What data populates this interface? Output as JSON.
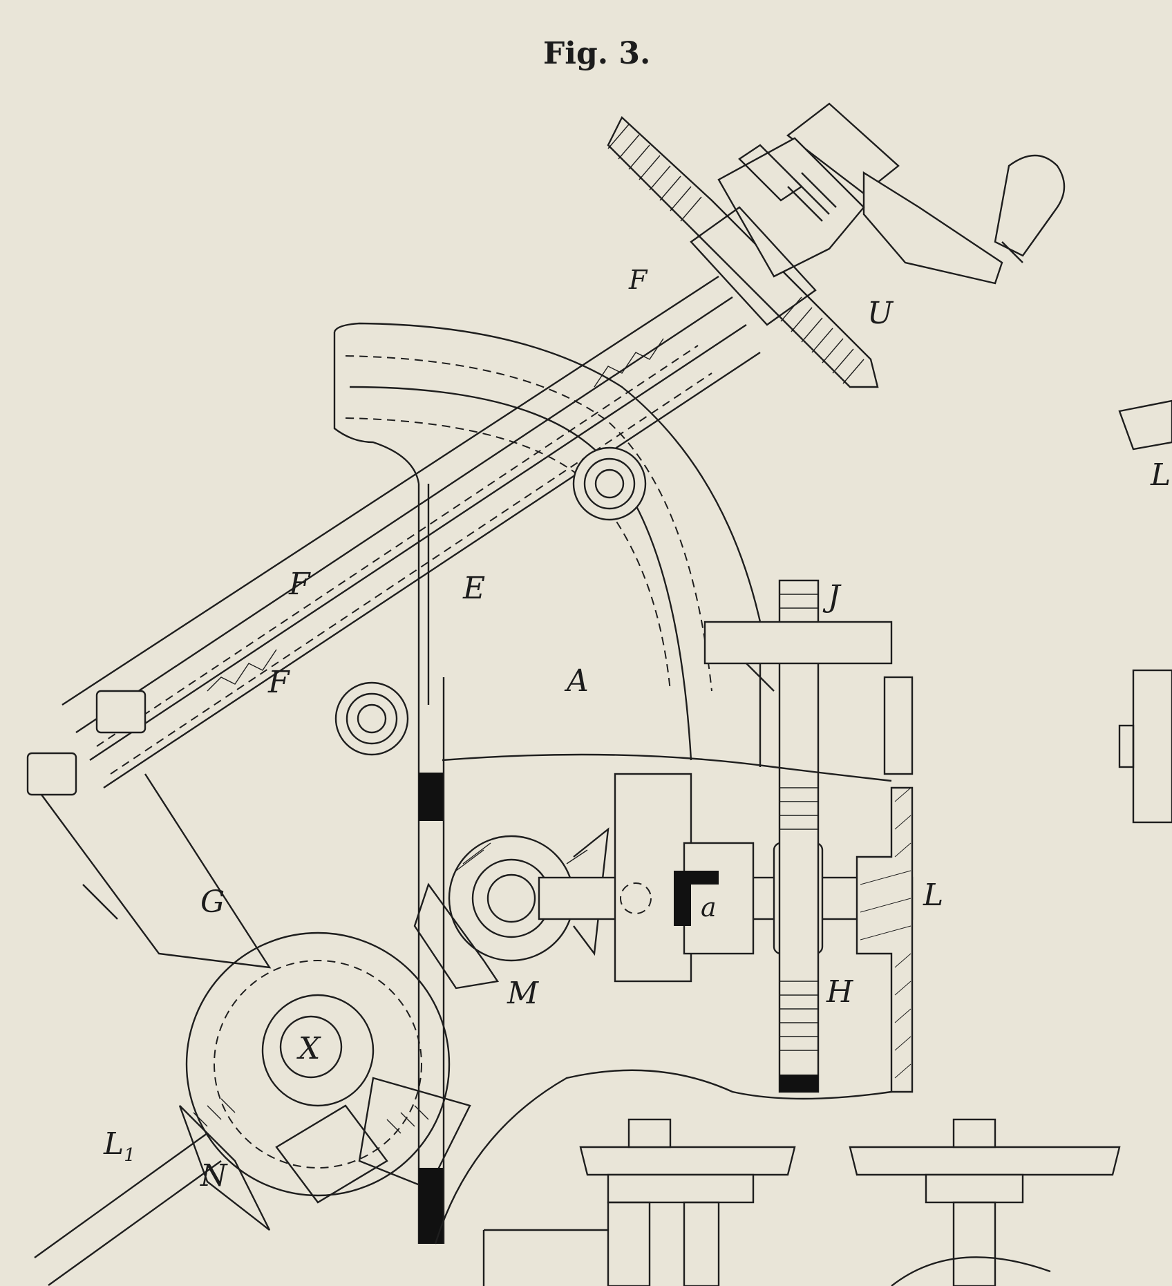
{
  "figure": {
    "title": "Fig. 3."
  },
  "labels": {
    "U": "U",
    "F_upper": "F",
    "F_middle": "F",
    "F_lower": "F",
    "E": "E",
    "A": "A",
    "J": "J",
    "G": "G",
    "X": "X",
    "M": "M",
    "a": "a",
    "L_right": "L",
    "H": "H",
    "L1_base": "L",
    "L1_sub": "1",
    "N": "N",
    "L_edge": "L"
  },
  "colors": {
    "paper": "#e9e5d8",
    "ink": "#1e1e1e"
  }
}
